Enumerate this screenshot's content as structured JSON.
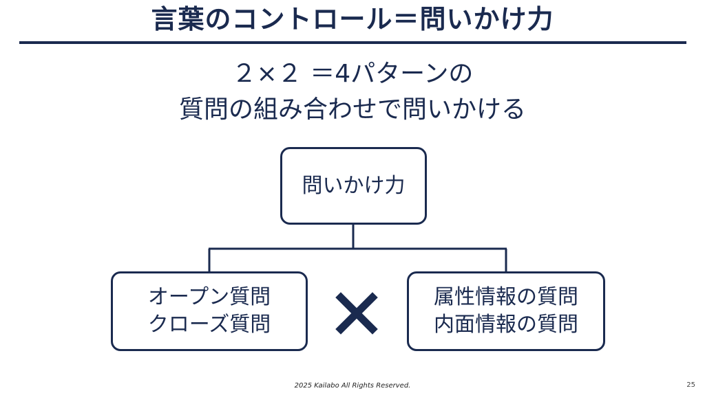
{
  "slide": {
    "title": "言葉のコントロール＝問いかけ力",
    "subtitle_line1": "２×２ ＝4パターンの",
    "subtitle_line2": "質問の組み合わせで問いかける"
  },
  "diagram": {
    "root": {
      "label": "問いかけ力"
    },
    "left": {
      "line1": "オープン質問",
      "line2": "クローズ質問"
    },
    "right": {
      "line1": "属性情報の質問",
      "line2": "内面情報の質問"
    },
    "operator_icon": "multiply-icon"
  },
  "footer": {
    "copyright": "2025  Kailabo All Rights Reserved.",
    "page_number": "25"
  },
  "colors": {
    "primary": "#1a2a4f",
    "background": "#ffffff"
  }
}
